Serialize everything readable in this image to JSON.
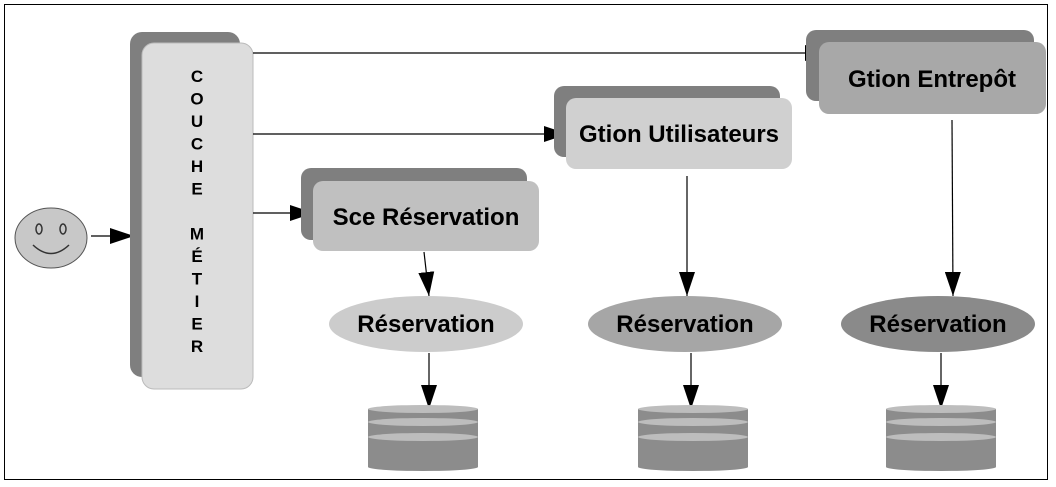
{
  "couche_metier": {
    "letters": [
      "C",
      "O",
      "U",
      "C",
      "H",
      "E",
      "",
      "M",
      "É",
      "T",
      "I",
      "E",
      "R"
    ]
  },
  "services": {
    "sce_reservation": "Sce Réservation",
    "gtion_utilisateurs": "Gtion Utilisateurs",
    "gtion_entrepot": "Gtion Entrepôt"
  },
  "components": {
    "reservation_1": "Réservation",
    "reservation_2": "Réservation",
    "reservation_3": "Réservation"
  },
  "colors": {
    "shadow": "#7f7f7f",
    "layer_fill": "#dddddd",
    "sce_fill": "#c0c0c0",
    "utilisateurs_fill": "#d0d0d0",
    "entrepot_fill": "#a8a8a8",
    "ellipse_1": "#cccccc",
    "ellipse_2": "#a6a6a6",
    "ellipse_3": "#8a8a8a",
    "db_fill": "#8c8c8c",
    "db_band": "#bdbdbd"
  }
}
